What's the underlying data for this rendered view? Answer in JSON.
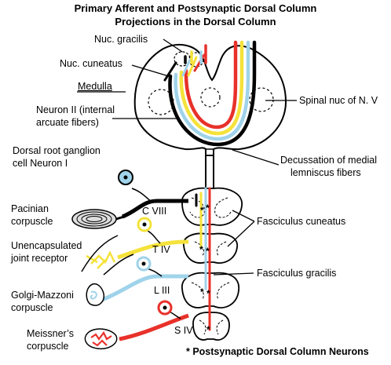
{
  "title": {
    "line1": "Primary Afferent and Postsynaptic Dorsal Column",
    "line2": "Projections in the Dorsal Column"
  },
  "labels": {
    "nuc_gracilis": "Nuc. gracilis",
    "nuc_cuneatus": "Nuc. cuneatus",
    "medulla": "Medulla",
    "spinal_nuc": "Spinal nuc of N. V",
    "neuron2_l1": "Neuron II (internal",
    "neuron2_l2": "arcuate fibers)",
    "drg_l1": "Dorsal root ganglion",
    "drg_l2": "cell Neuron I",
    "decussation_l1": "Decussation of medial",
    "decussation_l2": "lemniscus fibers",
    "pacinian_l1": "Pacinian",
    "pacinian_l2": "corpuscle",
    "c8": "C VIII",
    "fasc_cuneatus": "Fasciculus cuneatus",
    "joint_l1": "Unencapsulated",
    "joint_l2": "joint receptor",
    "t4": "T IV",
    "fasc_gracilis": "Fasciculus gracilis",
    "golgi_l1": "Golgi-Mazzoni",
    "golgi_l2": "corpuscle",
    "l3": "L III",
    "s4": "S IV",
    "meissner_l1": "Meissner’s",
    "meissner_l2": "corpuscle",
    "footnote": "* Postsynaptic Dorsal Column Neurons"
  },
  "colors": {
    "cervical_pathway": "#000000",
    "thoracic_pathway": "#f5e23a",
    "lumbar_pathway": "#9fd3ea",
    "sacral_pathway": "#e8312a"
  }
}
